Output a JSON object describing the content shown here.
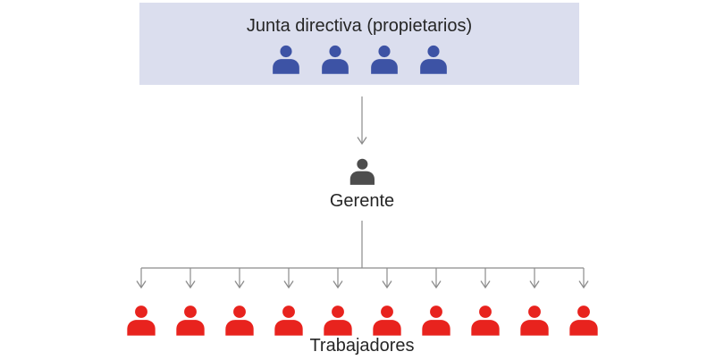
{
  "diagram": {
    "title_hint": "organigrama",
    "board": {
      "label": "Junta directiva (propietarios)",
      "member_count": 4,
      "icon": "person-icon",
      "icon_color": "#3d53a5",
      "box_color": "#dbdeee"
    },
    "manager": {
      "label": "Gerente",
      "icon": "person-icon",
      "icon_color": "#4d4d4d"
    },
    "workers": {
      "label": "Trabajadores",
      "member_count": 10,
      "icon": "person-icon",
      "icon_color": "#e8231e"
    },
    "connector_color": "#8c8c8c",
    "text_color": "#262626"
  }
}
